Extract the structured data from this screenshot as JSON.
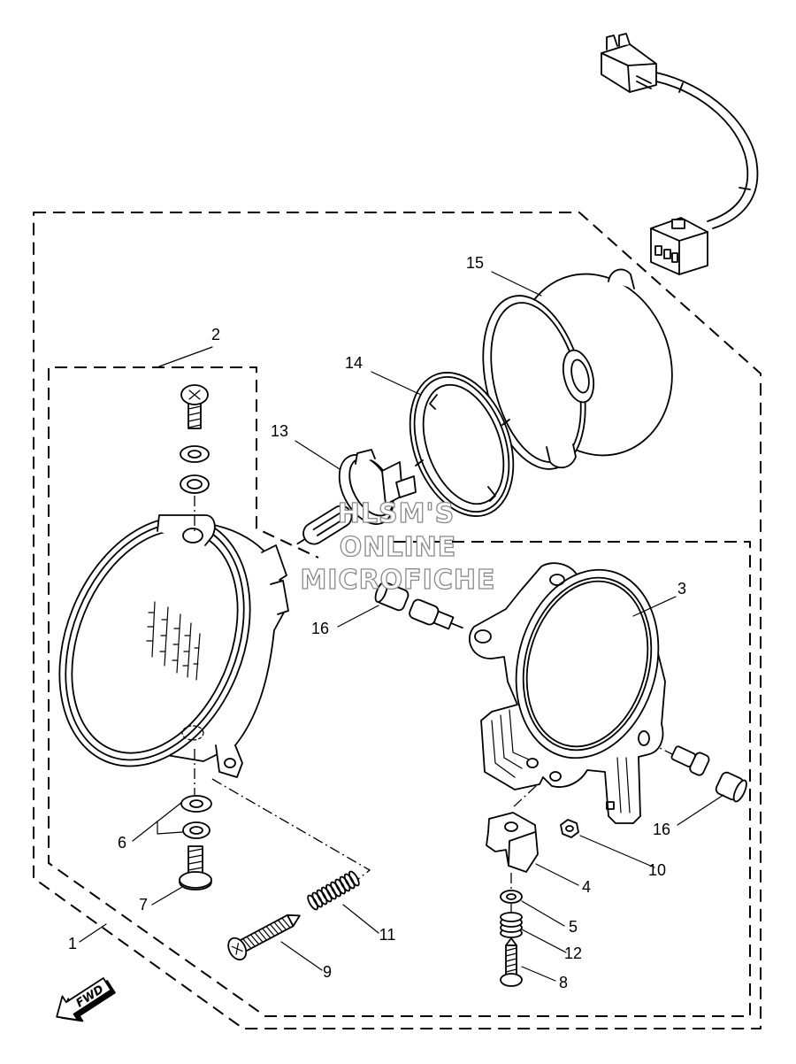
{
  "diagram": {
    "callouts": [
      "1",
      "2",
      "3",
      "4",
      "5",
      "6",
      "7",
      "8",
      "9",
      "10",
      "11",
      "12",
      "13",
      "14",
      "15",
      "16",
      "16"
    ],
    "fwd_label": "FWD",
    "watermark": [
      "HLSM'S",
      "ONLINE",
      "MICROFICHE"
    ]
  },
  "colors": {
    "line": "#000000",
    "background": "#ffffff",
    "watermark_outline": "#8a8a8a"
  }
}
